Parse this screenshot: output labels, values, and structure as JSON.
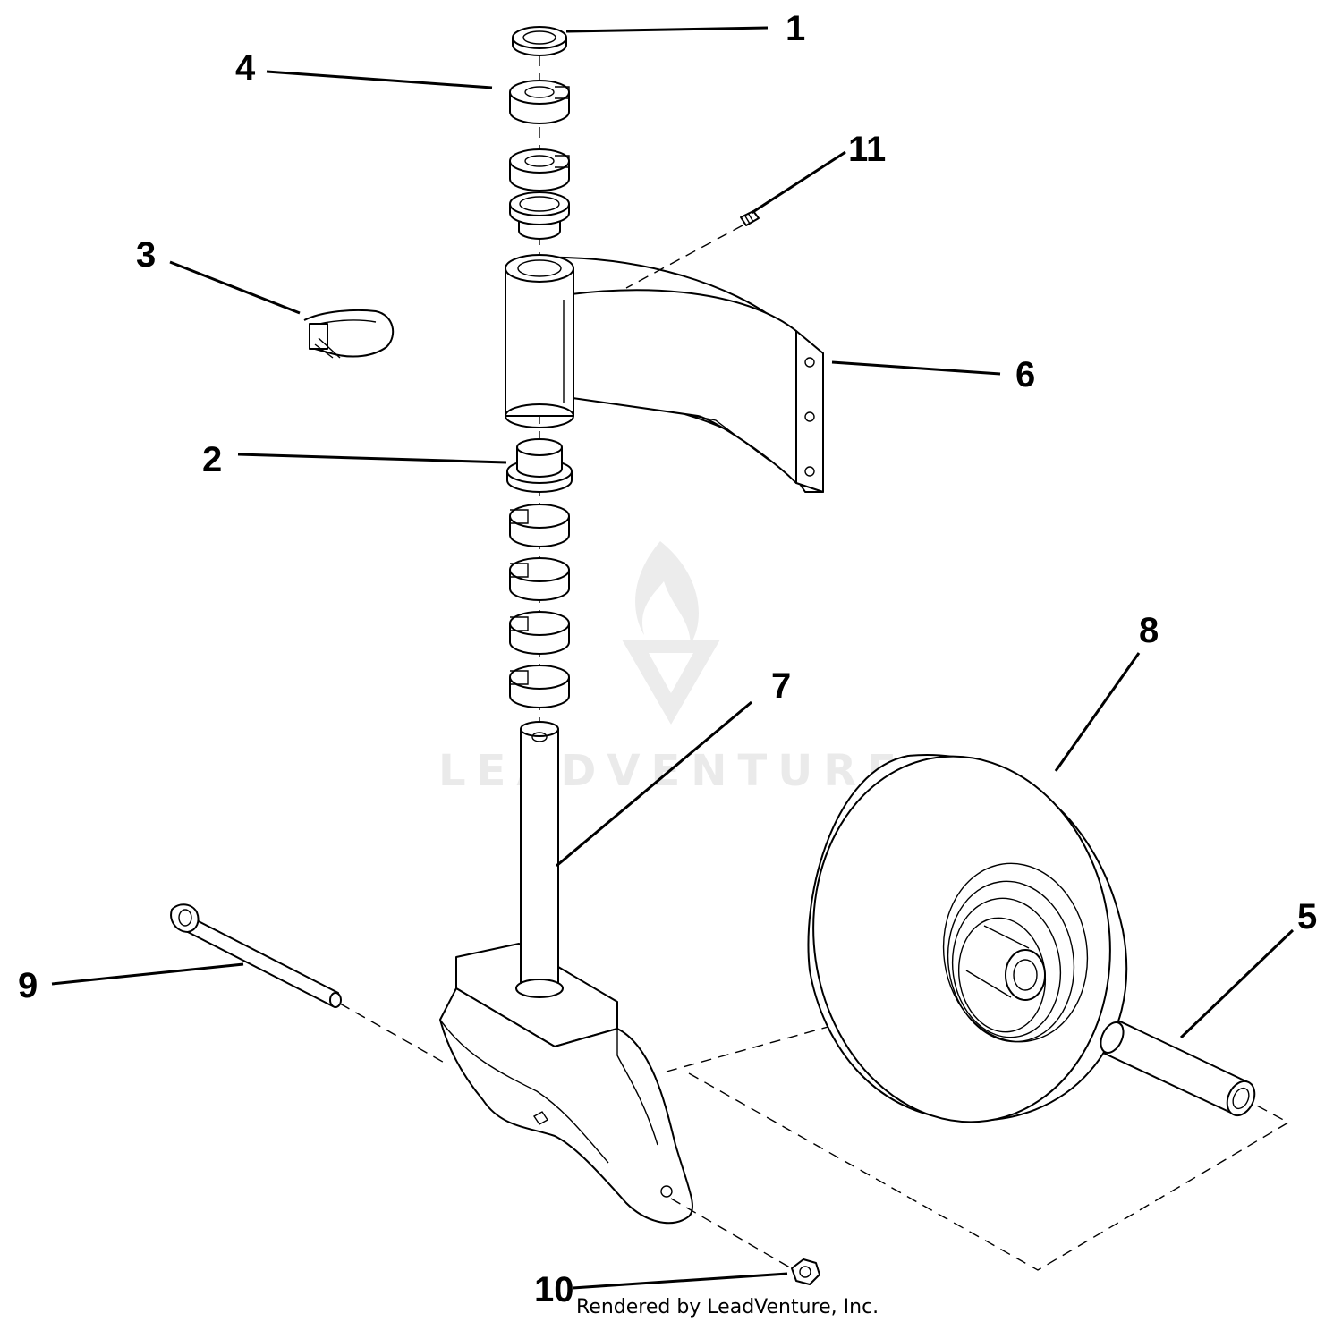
{
  "callouts": [
    {
      "id": "1",
      "label": "1"
    },
    {
      "id": "2",
      "label": "2"
    },
    {
      "id": "3",
      "label": "3"
    },
    {
      "id": "4",
      "label": "4"
    },
    {
      "id": "5",
      "label": "5"
    },
    {
      "id": "6",
      "label": "6"
    },
    {
      "id": "7",
      "label": "7"
    },
    {
      "id": "8",
      "label": "8"
    },
    {
      "id": "9",
      "label": "9"
    },
    {
      "id": "10",
      "label": "10"
    },
    {
      "id": "11",
      "label": "11"
    }
  ],
  "watermark": {
    "text": "LEADVENTURE",
    "logo": "leadventure-flame-logo"
  },
  "footer": {
    "text": "Rendered by LeadVenture, Inc."
  }
}
